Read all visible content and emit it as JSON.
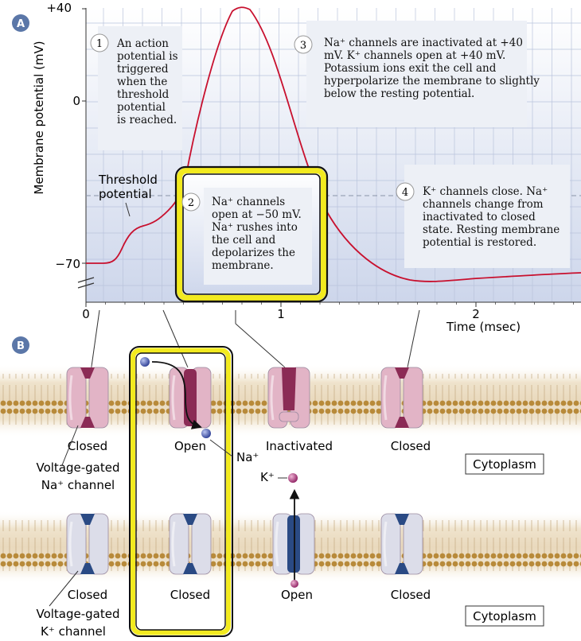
{
  "panel_a": {
    "letter": "A",
    "y_axis_label": "Membrane potential (mV)",
    "y_ticks": [
      "+40",
      "0",
      "−70"
    ],
    "x_ticks": [
      "0",
      "1",
      "2"
    ],
    "x_axis_label": "Time (msec)",
    "threshold_label": [
      "Threshold",
      "potential"
    ],
    "steps": [
      {
        "num": "1",
        "lines": [
          "An action",
          "potential is",
          "triggered",
          "when the",
          "threshold",
          "potential",
          "is reached."
        ]
      },
      {
        "num": "2",
        "lines": [
          "Na⁺ channels",
          "open at −50 mV.",
          "Na⁺ rushes into",
          "the cell and",
          "depolarizes the",
          "membrane."
        ]
      },
      {
        "num": "3",
        "lines": [
          "Na⁺ channels are inactivated at +40",
          "mV. K⁺ channels open at +40 mV.",
          "Potassium ions exit the cell and",
          "hyperpolarize the membrane to slightly",
          "below the resting potential."
        ]
      },
      {
        "num": "4",
        "lines": [
          "K⁺ channels close. Na⁺",
          "channels change from",
          "inactivated to closed",
          "state. Resting membrane",
          "potential is restored."
        ]
      }
    ],
    "colors": {
      "curve": "#c8102e",
      "highlight": "#f2ea1f",
      "panel_bg_top": "#ffffff",
      "panel_bg_bottom": "#cfd8ec"
    }
  },
  "panel_b": {
    "letter": "B",
    "na_states": [
      "Closed",
      "Open",
      "Inactivated",
      "Closed"
    ],
    "k_states": [
      "Closed",
      "Closed",
      "Open",
      "Closed"
    ],
    "na_channel_label": [
      "Voltage-gated",
      "Na⁺ channel"
    ],
    "k_channel_label": [
      "Voltage-gated",
      "K⁺ channel"
    ],
    "na_ion": "Na⁺",
    "k_ion": "K⁺",
    "cytoplasm": "Cytoplasm",
    "colors": {
      "na_channel": "#e2b4c6",
      "na_pore": "#8b2b55",
      "k_channel": "#dcdde9",
      "k_pore": "#2a4a84",
      "lipid_head": "#b88a3a",
      "na_ion": "#3d4faa",
      "k_ion": "#b0327a"
    }
  }
}
